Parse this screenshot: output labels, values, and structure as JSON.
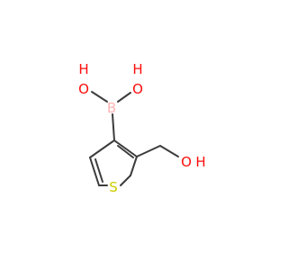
{
  "molecule": {
    "atoms": [
      {
        "id": "O1",
        "symbol": "O",
        "sub": "H",
        "color": "#ff0d0d"
      },
      {
        "id": "O2",
        "symbol": "O",
        "sub": "H",
        "color": "#ff0d0d"
      },
      {
        "id": "B",
        "symbol": "B",
        "sub": "",
        "color": "#ffb5b5"
      },
      {
        "id": "S",
        "symbol": "S",
        "sub": "",
        "color": "#cccc00"
      },
      {
        "id": "O3",
        "symbol": "O",
        "sub": "H",
        "color": "#ff0d0d"
      }
    ],
    "bond_color": "#3c3c3c"
  }
}
